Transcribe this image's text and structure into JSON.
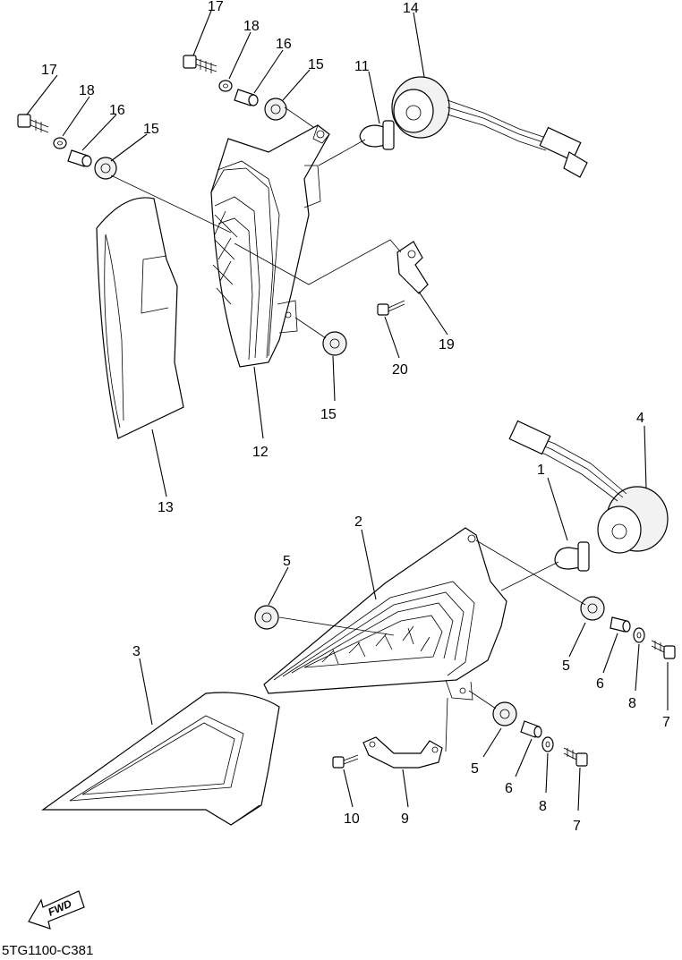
{
  "diagram_code": "5TG1100-C381",
  "fwd_label": "FWD",
  "callouts": [
    {
      "id": "c17a",
      "text": "17"
    },
    {
      "id": "c18a",
      "text": "18"
    },
    {
      "id": "c16a",
      "text": "16"
    },
    {
      "id": "c15a",
      "text": "15"
    },
    {
      "id": "c11",
      "text": "11"
    },
    {
      "id": "c14",
      "text": "14"
    },
    {
      "id": "c17b",
      "text": "17"
    },
    {
      "id": "c18b",
      "text": "18"
    },
    {
      "id": "c16b",
      "text": "16"
    },
    {
      "id": "c15b",
      "text": "15"
    },
    {
      "id": "c19",
      "text": "19"
    },
    {
      "id": "c20",
      "text": "20"
    },
    {
      "id": "c15c",
      "text": "15"
    },
    {
      "id": "c12",
      "text": "12"
    },
    {
      "id": "c13",
      "text": "13"
    },
    {
      "id": "c4",
      "text": "4"
    },
    {
      "id": "c1",
      "text": "1"
    },
    {
      "id": "c2",
      "text": "2"
    },
    {
      "id": "c5a",
      "text": "5"
    },
    {
      "id": "c3",
      "text": "3"
    },
    {
      "id": "c5b",
      "text": "5"
    },
    {
      "id": "c6a",
      "text": "6"
    },
    {
      "id": "c8a",
      "text": "8"
    },
    {
      "id": "c7a",
      "text": "7"
    },
    {
      "id": "c5c",
      "text": "5"
    },
    {
      "id": "c6b",
      "text": "6"
    },
    {
      "id": "c8b",
      "text": "8"
    },
    {
      "id": "c7b",
      "text": "7"
    },
    {
      "id": "c10",
      "text": "10"
    },
    {
      "id": "c9",
      "text": "9"
    }
  ]
}
